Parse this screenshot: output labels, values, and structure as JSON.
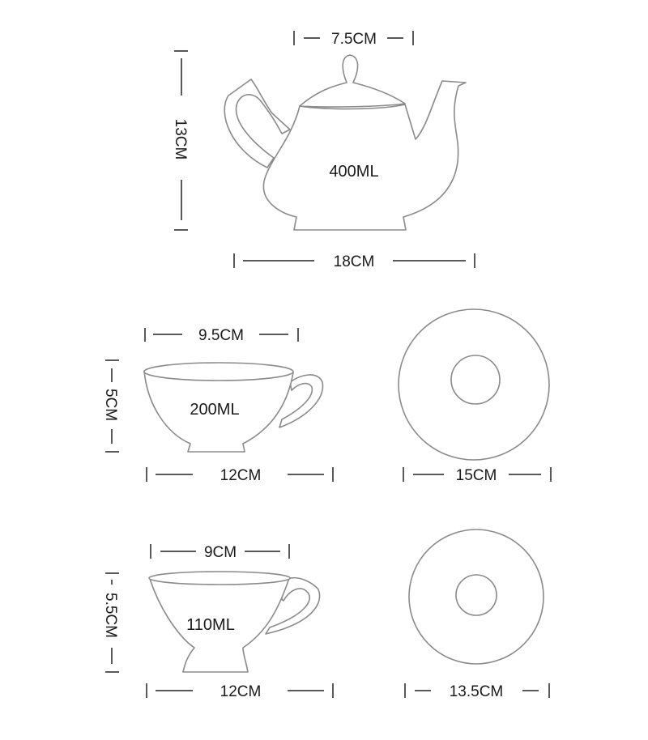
{
  "teapot": {
    "capacity": "400ML",
    "lid_width": "7.5CM",
    "height": "13CM",
    "width": "18CM"
  },
  "cup_large": {
    "capacity": "200ML",
    "rim_width": "9.5CM",
    "height": "5CM",
    "width": "12CM"
  },
  "saucer_large": {
    "diameter": "15CM"
  },
  "cup_small": {
    "capacity": "110ML",
    "rim_width": "9CM",
    "height": "5.5CM",
    "width": "12CM"
  },
  "saucer_small": {
    "diameter": "13.5CM"
  }
}
